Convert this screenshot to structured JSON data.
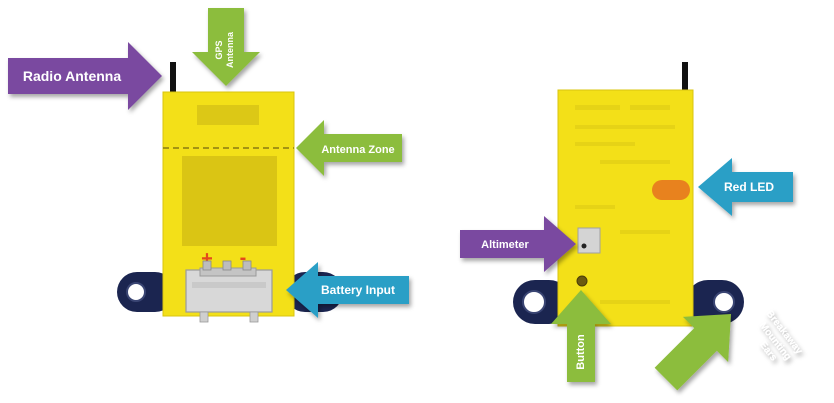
{
  "colors": {
    "board": "#f3e018",
    "board_dark": "#d9c514",
    "board_edge": "#c8b30f",
    "ear": "#1b2550",
    "purple_arrow": "#7a4aa0",
    "green_arrow": "#8cbd3c",
    "blue_arrow": "#2b9fc6",
    "led": "#e8821e",
    "polarity": "#e34a1c",
    "connector": "#d8d8d8"
  },
  "labels": {
    "radio_antenna": "Radio Antenna",
    "gps_antenna_line1": "GPS",
    "gps_antenna_line2": "Antenna",
    "antenna_zone": "Antenna Zone",
    "battery_input": "Battery Input",
    "plus": "+",
    "minus": "-",
    "red_led": "Red LED",
    "altimeter": "Altimeter",
    "button": "Button",
    "breakaway_line1": "Breakaway",
    "breakaway_line2": "Mounting",
    "breakaway_line3": "Ears"
  }
}
